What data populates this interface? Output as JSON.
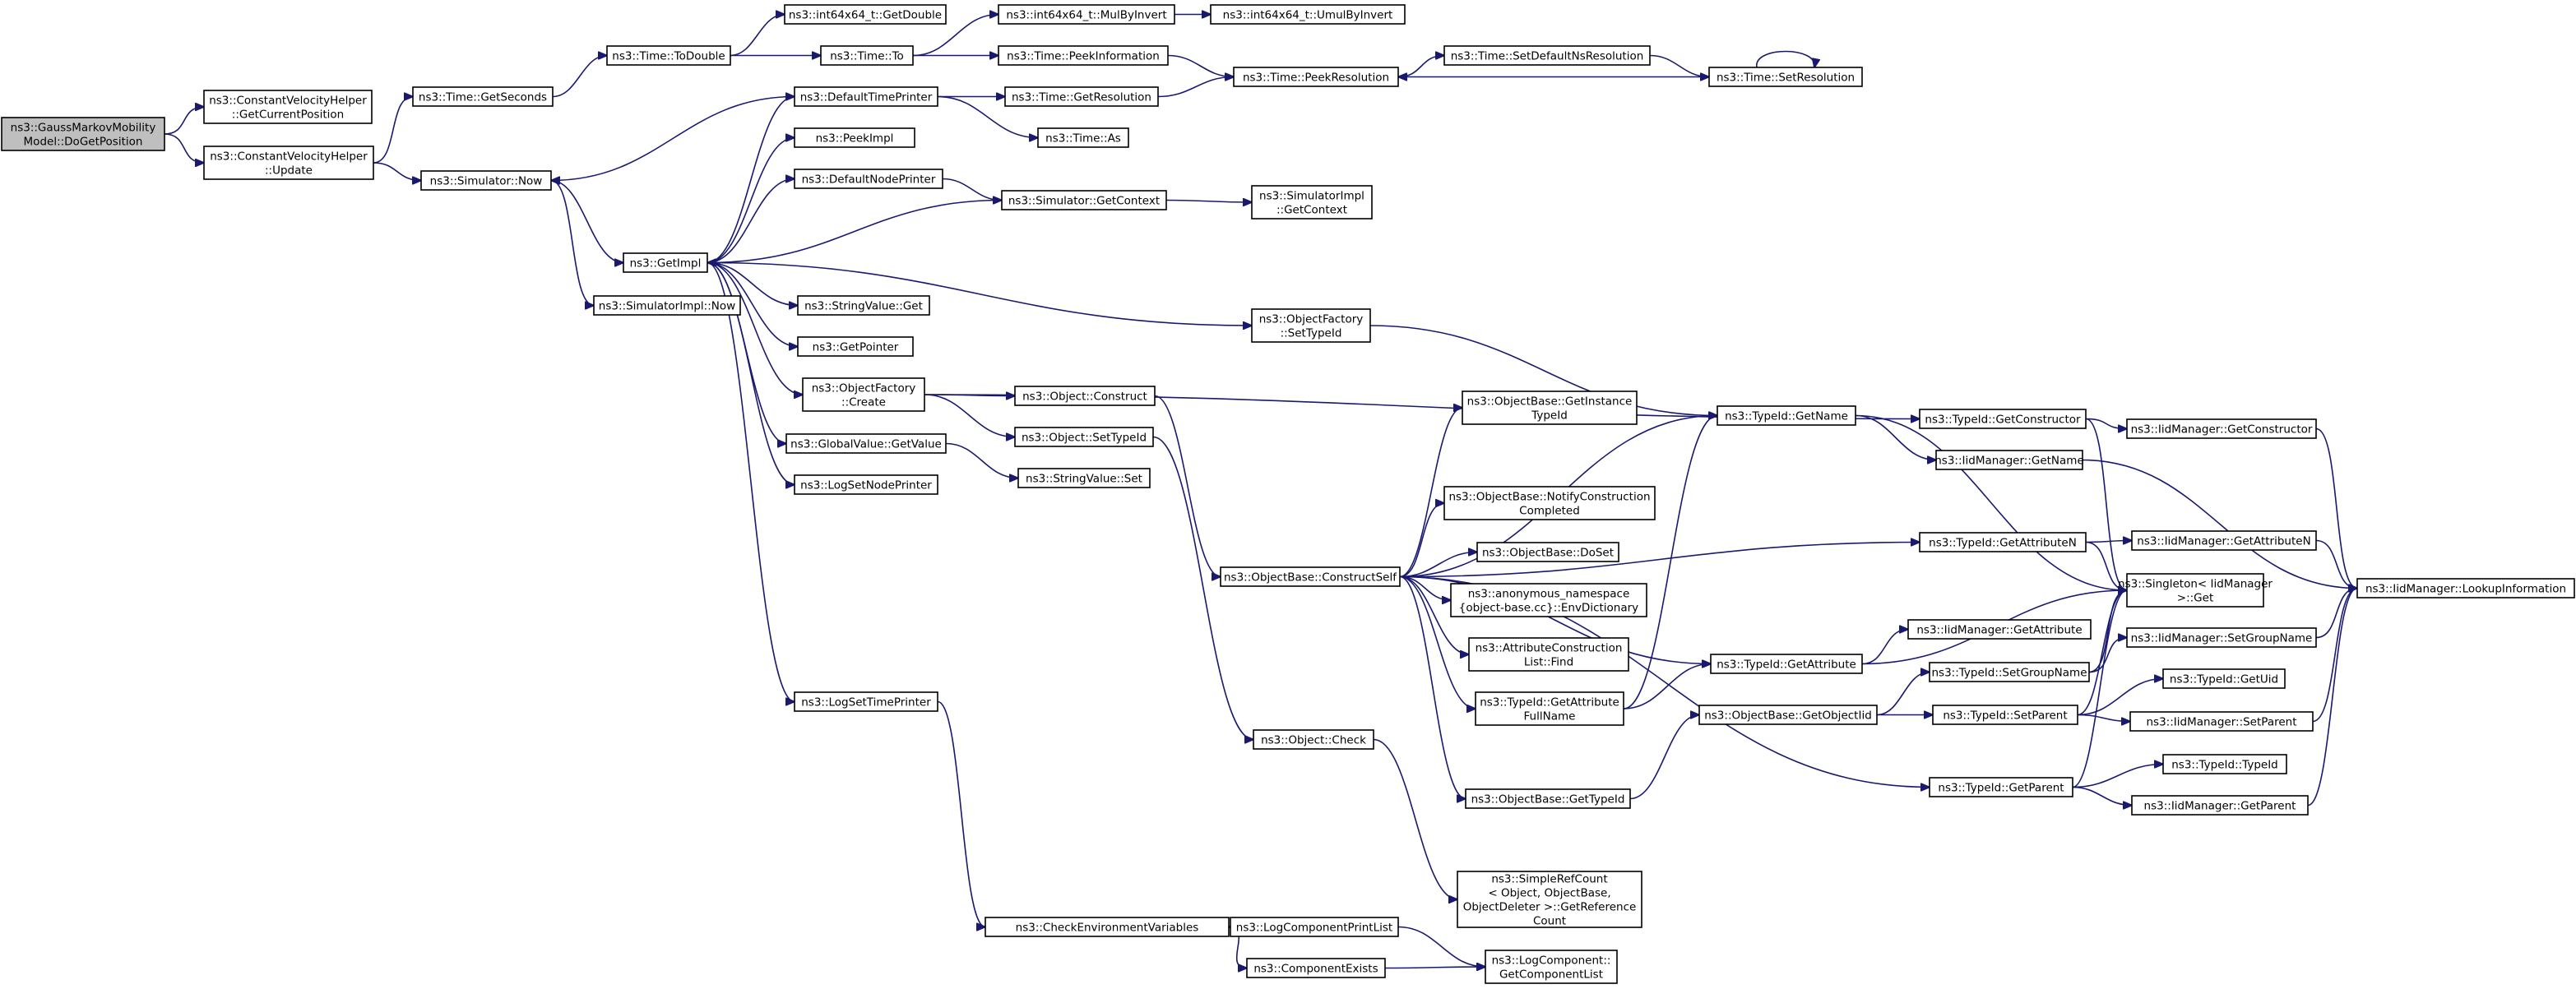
{
  "graph": {
    "title": "",
    "colors": {
      "edge": "#191970",
      "node_border": "#000000",
      "node_fill": "#ffffff",
      "root_fill": "#bfbfbf"
    },
    "nodes": [
      {
        "id": "root",
        "lines": [
          "ns3::GaussMarkovMobility",
          "Model::DoGetPosition"
        ]
      },
      {
        "id": "cvh_getpos",
        "lines": [
          "ns3::ConstantVelocityHelper",
          "::GetCurrentPosition"
        ]
      },
      {
        "id": "cvh_update",
        "lines": [
          "ns3::ConstantVelocityHelper",
          "::Update"
        ]
      },
      {
        "id": "time_getseconds",
        "lines": [
          "ns3::Time::GetSeconds"
        ]
      },
      {
        "id": "sim_now",
        "lines": [
          "ns3::Simulator::Now"
        ]
      },
      {
        "id": "time_todouble",
        "lines": [
          "ns3::Time::ToDouble"
        ]
      },
      {
        "id": "i64_getdouble",
        "lines": [
          "ns3::int64x64_t::GetDouble"
        ]
      },
      {
        "id": "time_to",
        "lines": [
          "ns3::Time::To"
        ]
      },
      {
        "id": "i64_mulbyinvert",
        "lines": [
          "ns3::int64x64_t::MulByInvert"
        ]
      },
      {
        "id": "i64_umulbyinvert",
        "lines": [
          "ns3::int64x64_t::UmulByInvert"
        ]
      },
      {
        "id": "time_peekinfo",
        "lines": [
          "ns3::Time::PeekInformation"
        ]
      },
      {
        "id": "time_peekres",
        "lines": [
          "ns3::Time::PeekResolution"
        ]
      },
      {
        "id": "time_setdefns",
        "lines": [
          "ns3::Time::SetDefaultNsResolution"
        ]
      },
      {
        "id": "time_setres",
        "lines": [
          "ns3::Time::SetResolution"
        ]
      },
      {
        "id": "default_time_printer",
        "lines": [
          "ns3::DefaultTimePrinter"
        ]
      },
      {
        "id": "time_getres",
        "lines": [
          "ns3::Time::GetResolution"
        ]
      },
      {
        "id": "time_as",
        "lines": [
          "ns3::Time::As"
        ]
      },
      {
        "id": "peekimpl",
        "lines": [
          "ns3::PeekImpl"
        ]
      },
      {
        "id": "default_node_printer",
        "lines": [
          "ns3::DefaultNodePrinter"
        ]
      },
      {
        "id": "sim_getcontext",
        "lines": [
          "ns3::Simulator::GetContext"
        ]
      },
      {
        "id": "simimpl_getcontext",
        "lines": [
          "ns3::SimulatorImpl",
          "::GetContext"
        ]
      },
      {
        "id": "getimpl",
        "lines": [
          "ns3::GetImpl"
        ]
      },
      {
        "id": "simimpl_now",
        "lines": [
          "ns3::SimulatorImpl::Now"
        ]
      },
      {
        "id": "stringvalue_get",
        "lines": [
          "ns3::StringValue::Get"
        ]
      },
      {
        "id": "of_settypeid",
        "lines": [
          "ns3::ObjectFactory",
          "::SetTypeId"
        ]
      },
      {
        "id": "getpointer",
        "lines": [
          "ns3::GetPointer"
        ]
      },
      {
        "id": "of_create",
        "lines": [
          "ns3::ObjectFactory",
          "::Create"
        ]
      },
      {
        "id": "obj_construct",
        "lines": [
          "ns3::Object::Construct"
        ]
      },
      {
        "id": "obj_settypeid",
        "lines": [
          "ns3::Object::SetTypeId"
        ]
      },
      {
        "id": "gv_getvalue",
        "lines": [
          "ns3::GlobalValue::GetValue"
        ]
      },
      {
        "id": "stringvalue_set",
        "lines": [
          "ns3::StringValue::Set"
        ]
      },
      {
        "id": "logsetnodeprinter",
        "lines": [
          "ns3::LogSetNodePrinter"
        ]
      },
      {
        "id": "ob_getinstancetypeid",
        "lines": [
          "ns3::ObjectBase::GetInstance",
          "TypeId"
        ]
      },
      {
        "id": "typeid_getname",
        "lines": [
          "ns3::TypeId::GetName"
        ]
      },
      {
        "id": "typeid_getconstructor",
        "lines": [
          "ns3::TypeId::GetConstructor"
        ]
      },
      {
        "id": "iid_getconstructor",
        "lines": [
          "ns3::IidManager::GetConstructor"
        ]
      },
      {
        "id": "iid_getname",
        "lines": [
          "ns3::IidManager::GetName"
        ]
      },
      {
        "id": "ob_notifyconstruction",
        "lines": [
          "ns3::ObjectBase::NotifyConstruction",
          "Completed"
        ]
      },
      {
        "id": "ob_doset",
        "lines": [
          "ns3::ObjectBase::DoSet"
        ]
      },
      {
        "id": "ob_constructself",
        "lines": [
          "ns3::ObjectBase::ConstructSelf"
        ]
      },
      {
        "id": "anon_envdict",
        "lines": [
          "ns3::anonymous_namespace",
          "{object-base.cc}::EnvDictionary"
        ]
      },
      {
        "id": "typeid_getattributen",
        "lines": [
          "ns3::TypeId::GetAttributeN"
        ]
      },
      {
        "id": "iid_getattributen",
        "lines": [
          "ns3::IidManager::GetAttributeN"
        ]
      },
      {
        "id": "singleton_get",
        "lines": [
          "ns3::Singleton< IidManager",
          ">::Get"
        ]
      },
      {
        "id": "iid_lookupinfo",
        "lines": [
          "ns3::IidManager::LookupInformation"
        ]
      },
      {
        "id": "attrconstr_find",
        "lines": [
          "ns3::AttributeConstruction",
          "List::Find"
        ]
      },
      {
        "id": "iid_getattribute",
        "lines": [
          "ns3::IidManager::GetAttribute"
        ]
      },
      {
        "id": "typeid_getattribute",
        "lines": [
          "ns3::TypeId::GetAttribute"
        ]
      },
      {
        "id": "iid_setgroupname",
        "lines": [
          "ns3::IidManager::SetGroupName"
        ]
      },
      {
        "id": "typeid_setgroupname",
        "lines": [
          "ns3::TypeId::SetGroupName"
        ]
      },
      {
        "id": "typeid_getuid",
        "lines": [
          "ns3::TypeId::GetUid"
        ]
      },
      {
        "id": "logsettimeprinter",
        "lines": [
          "ns3::LogSetTimePrinter"
        ]
      },
      {
        "id": "typeid_getattrfullname",
        "lines": [
          "ns3::TypeId::GetAttribute",
          "FullName"
        ]
      },
      {
        "id": "ob_getobjectiid",
        "lines": [
          "ns3::ObjectBase::GetObjectIid"
        ]
      },
      {
        "id": "typeid_setparent",
        "lines": [
          "ns3::TypeId::SetParent"
        ]
      },
      {
        "id": "iid_setparent",
        "lines": [
          "ns3::IidManager::SetParent"
        ]
      },
      {
        "id": "obj_check",
        "lines": [
          "ns3::Object::Check"
        ]
      },
      {
        "id": "typeid_getparent",
        "lines": [
          "ns3::TypeId::GetParent"
        ]
      },
      {
        "id": "typeid_typeid",
        "lines": [
          "ns3::TypeId::TypeId"
        ]
      },
      {
        "id": "ob_gettypeid",
        "lines": [
          "ns3::ObjectBase::GetTypeId"
        ]
      },
      {
        "id": "iid_getparent",
        "lines": [
          "ns3::IidManager::GetParent"
        ]
      },
      {
        "id": "simplerefcount",
        "lines": [
          "ns3::SimpleRefCount",
          "< Object, ObjectBase,",
          "ObjectDeleter >::GetReference",
          "Count"
        ]
      },
      {
        "id": "checkenvvars",
        "lines": [
          "ns3::CheckEnvironmentVariables"
        ]
      },
      {
        "id": "logcomponentprintlist",
        "lines": [
          "ns3::LogComponentPrintList"
        ]
      },
      {
        "id": "componentexists",
        "lines": [
          "ns3::ComponentExists"
        ]
      },
      {
        "id": "logcomponent_getlist",
        "lines": [
          "ns3::LogComponent::",
          "GetComponentList"
        ]
      }
    ],
    "edges": [
      [
        "root",
        "cvh_getpos"
      ],
      [
        "root",
        "cvh_update"
      ],
      [
        "cvh_update",
        "time_getseconds"
      ],
      [
        "cvh_update",
        "sim_now"
      ],
      [
        "time_getseconds",
        "time_todouble"
      ],
      [
        "time_todouble",
        "i64_getdouble"
      ],
      [
        "time_todouble",
        "time_to"
      ],
      [
        "time_to",
        "i64_mulbyinvert"
      ],
      [
        "time_to",
        "time_peekinfo"
      ],
      [
        "i64_mulbyinvert",
        "i64_umulbyinvert"
      ],
      [
        "time_peekinfo",
        "time_peekres"
      ],
      [
        "time_peekres",
        "time_setdefns"
      ],
      [
        "time_setdefns",
        "time_setres"
      ],
      [
        "time_setres",
        "time_peekres"
      ],
      [
        "time_setres",
        "time_setres"
      ],
      [
        "sim_now",
        "getimpl"
      ],
      [
        "sim_now",
        "simimpl_now"
      ],
      [
        "getimpl",
        "default_time_printer"
      ],
      [
        "getimpl",
        "peekimpl"
      ],
      [
        "getimpl",
        "default_node_printer"
      ],
      [
        "getimpl",
        "stringvalue_get"
      ],
      [
        "getimpl",
        "of_settypeid"
      ],
      [
        "getimpl",
        "getpointer"
      ],
      [
        "getimpl",
        "of_create"
      ],
      [
        "getimpl",
        "gv_getvalue"
      ],
      [
        "getimpl",
        "logsetnodeprinter"
      ],
      [
        "getimpl",
        "logsettimeprinter"
      ],
      [
        "default_time_printer",
        "sim_now"
      ],
      [
        "default_time_printer",
        "time_getres"
      ],
      [
        "default_time_printer",
        "time_as"
      ],
      [
        "time_getres",
        "time_peekres"
      ],
      [
        "default_node_printer",
        "sim_getcontext"
      ],
      [
        "sim_getcontext",
        "getimpl"
      ],
      [
        "sim_getcontext",
        "simimpl_getcontext"
      ],
      [
        "of_settypeid",
        "typeid_getname"
      ],
      [
        "of_create",
        "typeid_getconstructor"
      ],
      [
        "of_create",
        "obj_construct"
      ],
      [
        "of_create",
        "obj_settypeid"
      ],
      [
        "gv_getvalue",
        "stringvalue_set"
      ],
      [
        "obj_construct",
        "ob_constructself"
      ],
      [
        "obj_settypeid",
        "obj_check"
      ],
      [
        "ob_constructself",
        "ob_getinstancetypeid"
      ],
      [
        "ob_constructself",
        "typeid_getname"
      ],
      [
        "ob_constructself",
        "ob_notifyconstruction"
      ],
      [
        "ob_constructself",
        "ob_doset"
      ],
      [
        "ob_constructself",
        "anon_envdict"
      ],
      [
        "ob_constructself",
        "typeid_getattributen"
      ],
      [
        "ob_constructself",
        "attrconstr_find"
      ],
      [
        "ob_constructself",
        "typeid_getattribute"
      ],
      [
        "ob_constructself",
        "typeid_getattrfullname"
      ],
      [
        "ob_constructself",
        "ob_gettypeid"
      ],
      [
        "ob_constructself",
        "typeid_getparent"
      ],
      [
        "typeid_getname",
        "iid_getname"
      ],
      [
        "typeid_getname",
        "singleton_get"
      ],
      [
        "typeid_getconstructor",
        "iid_getconstructor"
      ],
      [
        "typeid_getconstructor",
        "singleton_get"
      ],
      [
        "iid_getconstructor",
        "iid_lookupinfo"
      ],
      [
        "iid_getname",
        "iid_lookupinfo"
      ],
      [
        "typeid_getattributen",
        "iid_getattributen"
      ],
      [
        "typeid_getattributen",
        "singleton_get"
      ],
      [
        "iid_getattributen",
        "iid_lookupinfo"
      ],
      [
        "typeid_getattribute",
        "iid_getattribute"
      ],
      [
        "typeid_getattribute",
        "singleton_get"
      ],
      [
        "typeid_getattrfullname",
        "typeid_getname"
      ],
      [
        "typeid_getattrfullname",
        "typeid_getattribute"
      ],
      [
        "ob_gettypeid",
        "ob_getobjectiid"
      ],
      [
        "ob_getobjectiid",
        "typeid_setgroupname"
      ],
      [
        "ob_getobjectiid",
        "typeid_setparent"
      ],
      [
        "typeid_setgroupname",
        "iid_setgroupname"
      ],
      [
        "typeid_setgroupname",
        "singleton_get"
      ],
      [
        "iid_setgroupname",
        "iid_lookupinfo"
      ],
      [
        "typeid_setparent",
        "typeid_getuid"
      ],
      [
        "typeid_setparent",
        "iid_setparent"
      ],
      [
        "typeid_setparent",
        "singleton_get"
      ],
      [
        "iid_setparent",
        "iid_lookupinfo"
      ],
      [
        "typeid_getparent",
        "typeid_typeid"
      ],
      [
        "typeid_getparent",
        "iid_getparent"
      ],
      [
        "typeid_getparent",
        "singleton_get"
      ],
      [
        "iid_getparent",
        "iid_lookupinfo"
      ],
      [
        "obj_check",
        "simplerefcount"
      ],
      [
        "logsettimeprinter",
        "checkenvvars"
      ],
      [
        "checkenvvars",
        "logcomponentprintlist"
      ],
      [
        "checkenvvars",
        "componentexists"
      ],
      [
        "logcomponentprintlist",
        "logcomponent_getlist"
      ],
      [
        "componentexists",
        "logcomponent_getlist"
      ]
    ]
  }
}
